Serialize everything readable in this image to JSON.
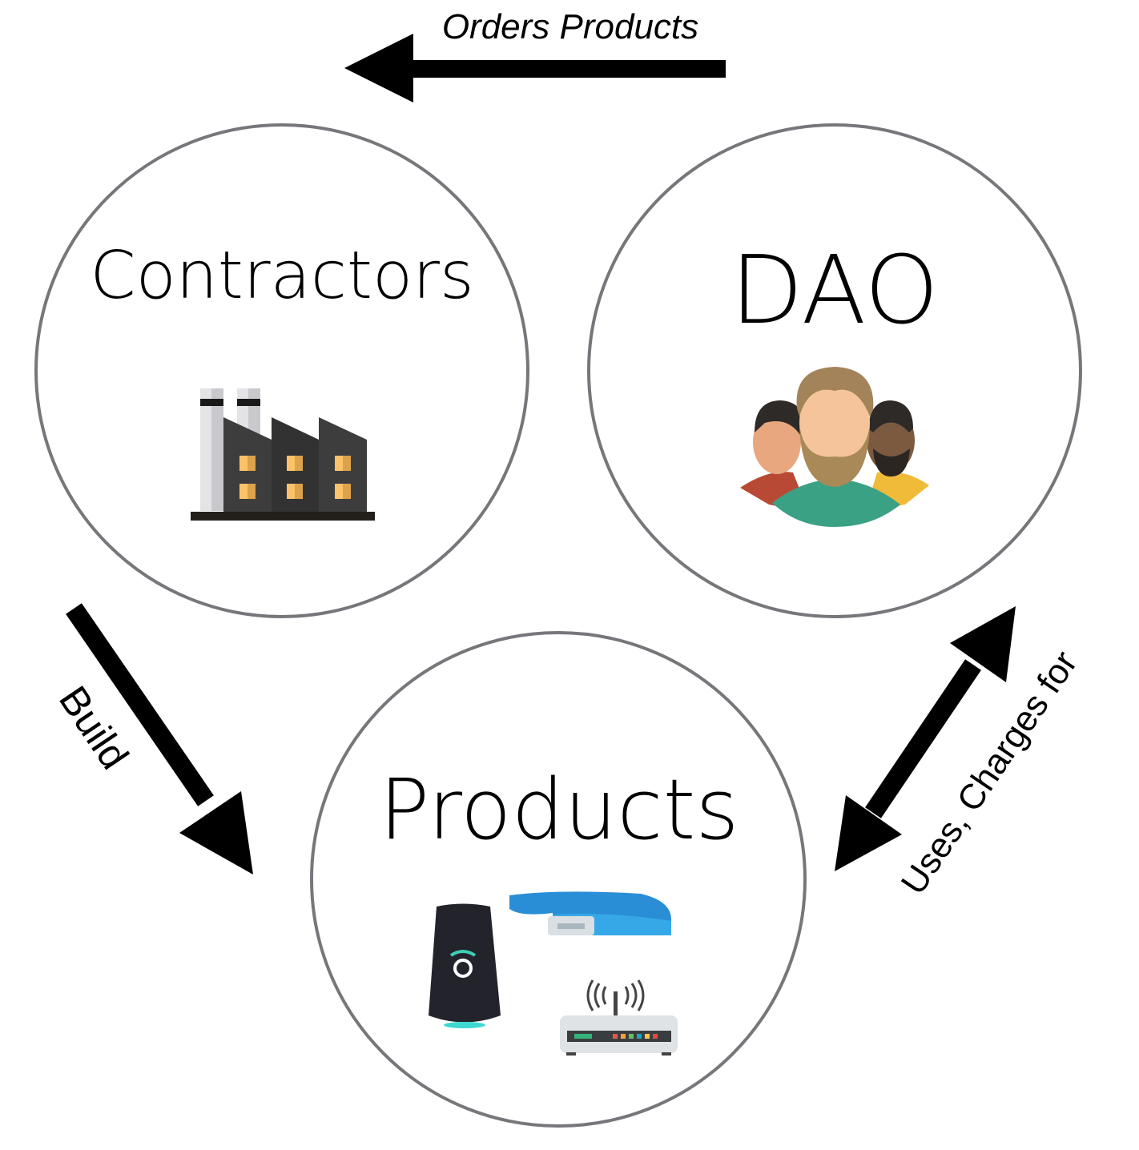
{
  "diagram": {
    "colors": {
      "circle_stroke": "#76777b",
      "arrow": "#000000",
      "background": "#ffffff"
    },
    "nodes": {
      "contractors": {
        "title": "Contractors",
        "icon": "factory-icon"
      },
      "dao": {
        "title": "DAO",
        "icon": "people-group-icon"
      },
      "products": {
        "title": "Products",
        "icons": [
          "smart-speaker-icon",
          "fitness-band-icon",
          "wifi-router-icon"
        ]
      }
    },
    "edges": [
      {
        "from": "DAO",
        "to": "Contractors",
        "label": "Orders Products",
        "direction": "one-way"
      },
      {
        "from": "Contractors",
        "to": "Products",
        "label": "Build",
        "direction": "one-way"
      },
      {
        "from": "DAO",
        "to": "Products",
        "label": "Uses, Charges for",
        "direction": "two-way"
      }
    ]
  }
}
